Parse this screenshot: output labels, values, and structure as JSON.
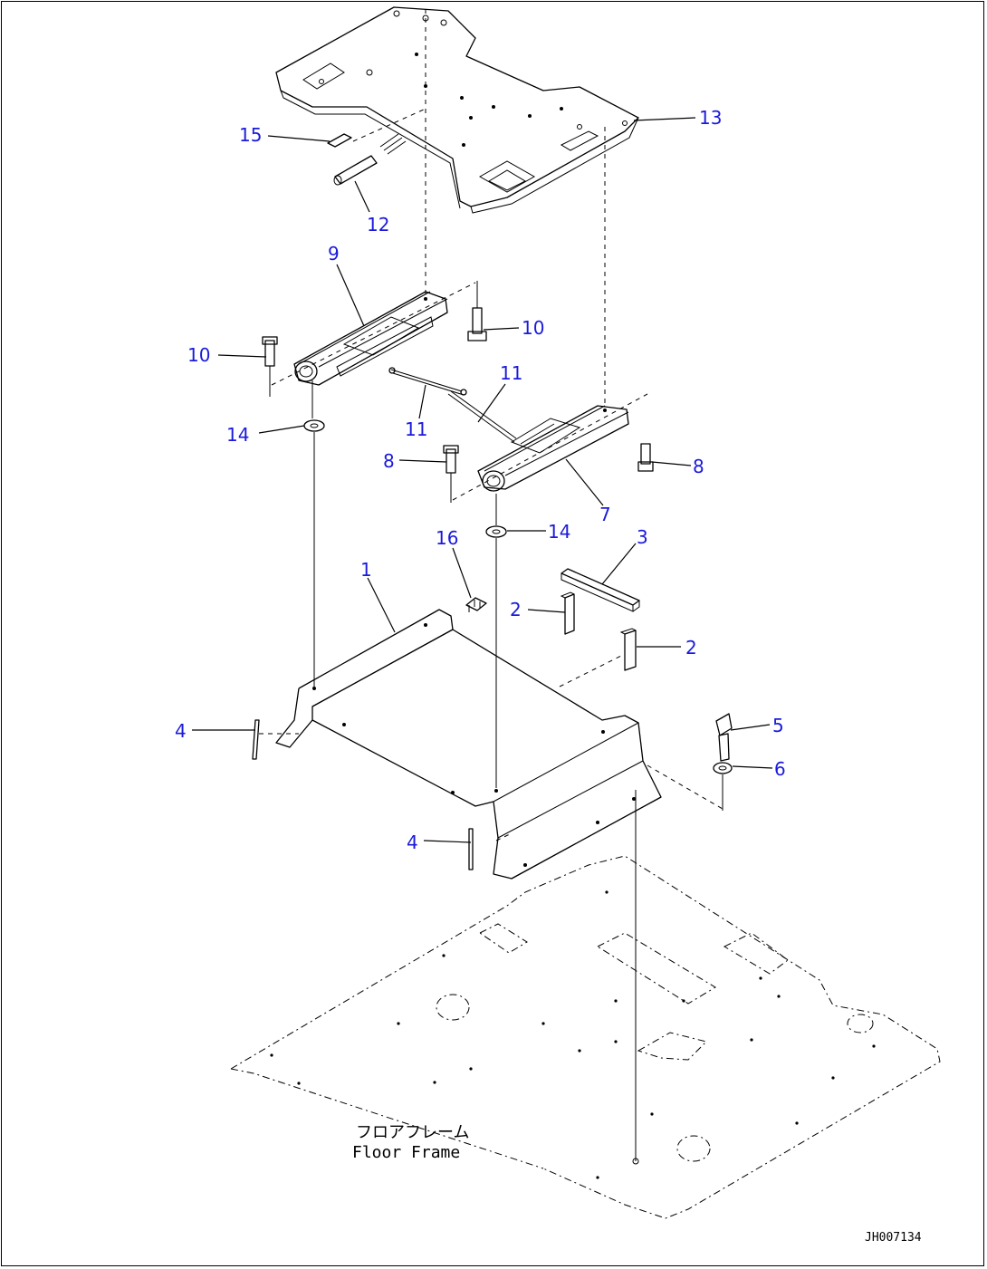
{
  "callouts": [
    {
      "id": "c13",
      "text": "13"
    },
    {
      "id": "c15",
      "text": "15"
    },
    {
      "id": "c12",
      "text": "12"
    },
    {
      "id": "c9",
      "text": "9"
    },
    {
      "id": "c10a",
      "text": "10"
    },
    {
      "id": "c10b",
      "text": "10"
    },
    {
      "id": "c11a",
      "text": "11"
    },
    {
      "id": "c11b",
      "text": "11"
    },
    {
      "id": "c14a",
      "text": "14"
    },
    {
      "id": "c8a",
      "text": "8"
    },
    {
      "id": "c8b",
      "text": "8"
    },
    {
      "id": "c7",
      "text": "7"
    },
    {
      "id": "c14b",
      "text": "14"
    },
    {
      "id": "c16",
      "text": "16"
    },
    {
      "id": "c3",
      "text": "3"
    },
    {
      "id": "c1",
      "text": "1"
    },
    {
      "id": "c2a",
      "text": "2"
    },
    {
      "id": "c2b",
      "text": "2"
    },
    {
      "id": "c4a",
      "text": "4"
    },
    {
      "id": "c5",
      "text": "5"
    },
    {
      "id": "c6",
      "text": "6"
    },
    {
      "id": "c4b",
      "text": "4"
    }
  ],
  "floor_label_jp": "フロアフレーム",
  "floor_label_en": "Floor Frame",
  "drawing_code": "JH007134",
  "colors": {
    "callout": "#1a1adc",
    "line": "#000000"
  }
}
